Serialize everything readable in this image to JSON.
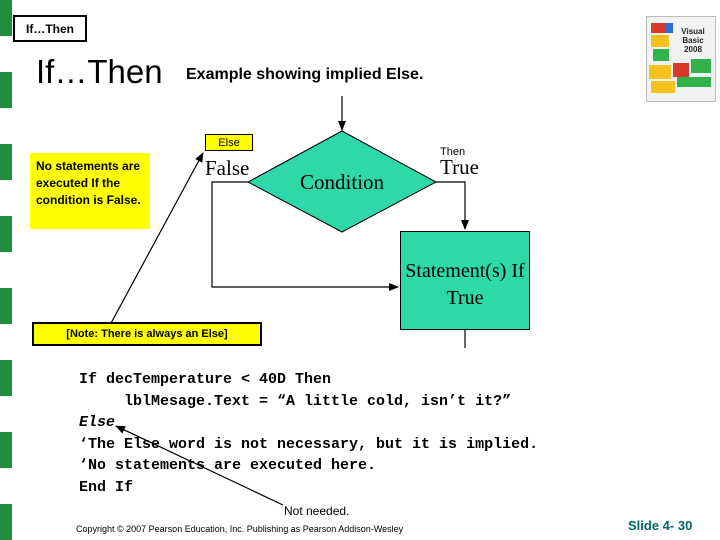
{
  "slide": {
    "tab_label": "If…Then",
    "title_main": "If…Then",
    "title_sub": "Example showing implied Else.",
    "footer": "Copyright © 2007 Pearson Education, Inc. Publishing as Pearson Addison-Wesley",
    "slide_number": "Slide 4- 30"
  },
  "logo": {
    "text": "Visual Basic 2008"
  },
  "flowchart": {
    "note_no_statements": "No statements are executed If the condition is False.",
    "else_label": "Else",
    "false_label": "False",
    "condition_label": "Condition",
    "then_label": "Then",
    "true_label": "True",
    "statement_box": "Statement(s) If True",
    "always_else_note": "[Note: There is always an Else]"
  },
  "code": {
    "lines": [
      "If decTemperature < 40D Then",
      "     lblMesage.Text = “A little cold, isn’t it?”",
      "Else",
      "‘The Else word is not necessary, but it is implied.",
      "‘No statements are executed here.",
      "End If"
    ]
  },
  "annotations": {
    "not_needed": "Not needed."
  },
  "colors": {
    "note_yellow": "#ffff00",
    "statement_green": "#2fd8a8",
    "slide_number": "#006666"
  }
}
